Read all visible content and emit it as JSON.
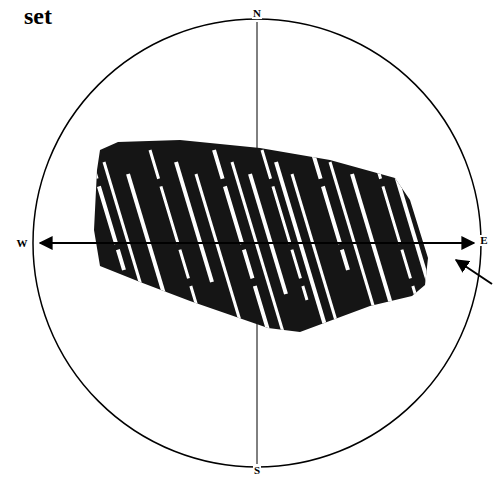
{
  "diagram": {
    "labels": [
      "set",
      "N",
      "W",
      "E",
      "S"
    ]
  }
}
